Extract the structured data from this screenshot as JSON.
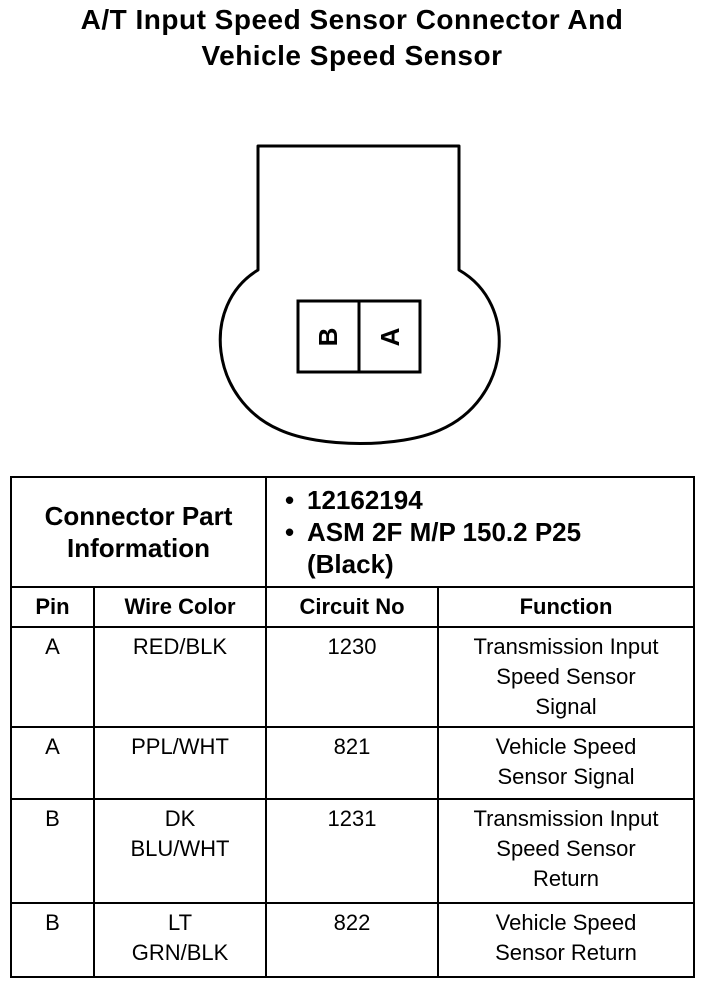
{
  "title": {
    "line1": "A/T Input Speed Sensor Connector And",
    "line2": "Vehicle Speed Sensor"
  },
  "connector": {
    "pins": [
      "B",
      "A"
    ]
  },
  "part_info": {
    "label_line1": "Connector Part",
    "label_line2": "Information",
    "part_number": "12162194",
    "asm_line1": "ASM 2F M/P 150.2 P25",
    "asm_line2": "(Black)"
  },
  "table": {
    "headers": [
      "Pin",
      "Wire Color",
      "Circuit No",
      "Function"
    ],
    "rows": [
      {
        "pin": "A",
        "wire": [
          "RED/BLK"
        ],
        "circuit": "1230",
        "function": [
          "Transmission Input",
          "Speed Sensor",
          "Signal"
        ]
      },
      {
        "pin": "A",
        "wire": [
          "PPL/WHT"
        ],
        "circuit": "821",
        "function": [
          "Vehicle Speed",
          "Sensor Signal"
        ]
      },
      {
        "pin": "B",
        "wire": [
          "DK",
          "BLU/WHT"
        ],
        "circuit": "1231",
        "function": [
          "Transmission Input",
          "Speed Sensor",
          "Return"
        ]
      },
      {
        "pin": "B",
        "wire": [
          "LT",
          "GRN/BLK"
        ],
        "circuit": "822",
        "function": [
          "Vehicle Speed",
          "Sensor Return"
        ]
      }
    ]
  }
}
